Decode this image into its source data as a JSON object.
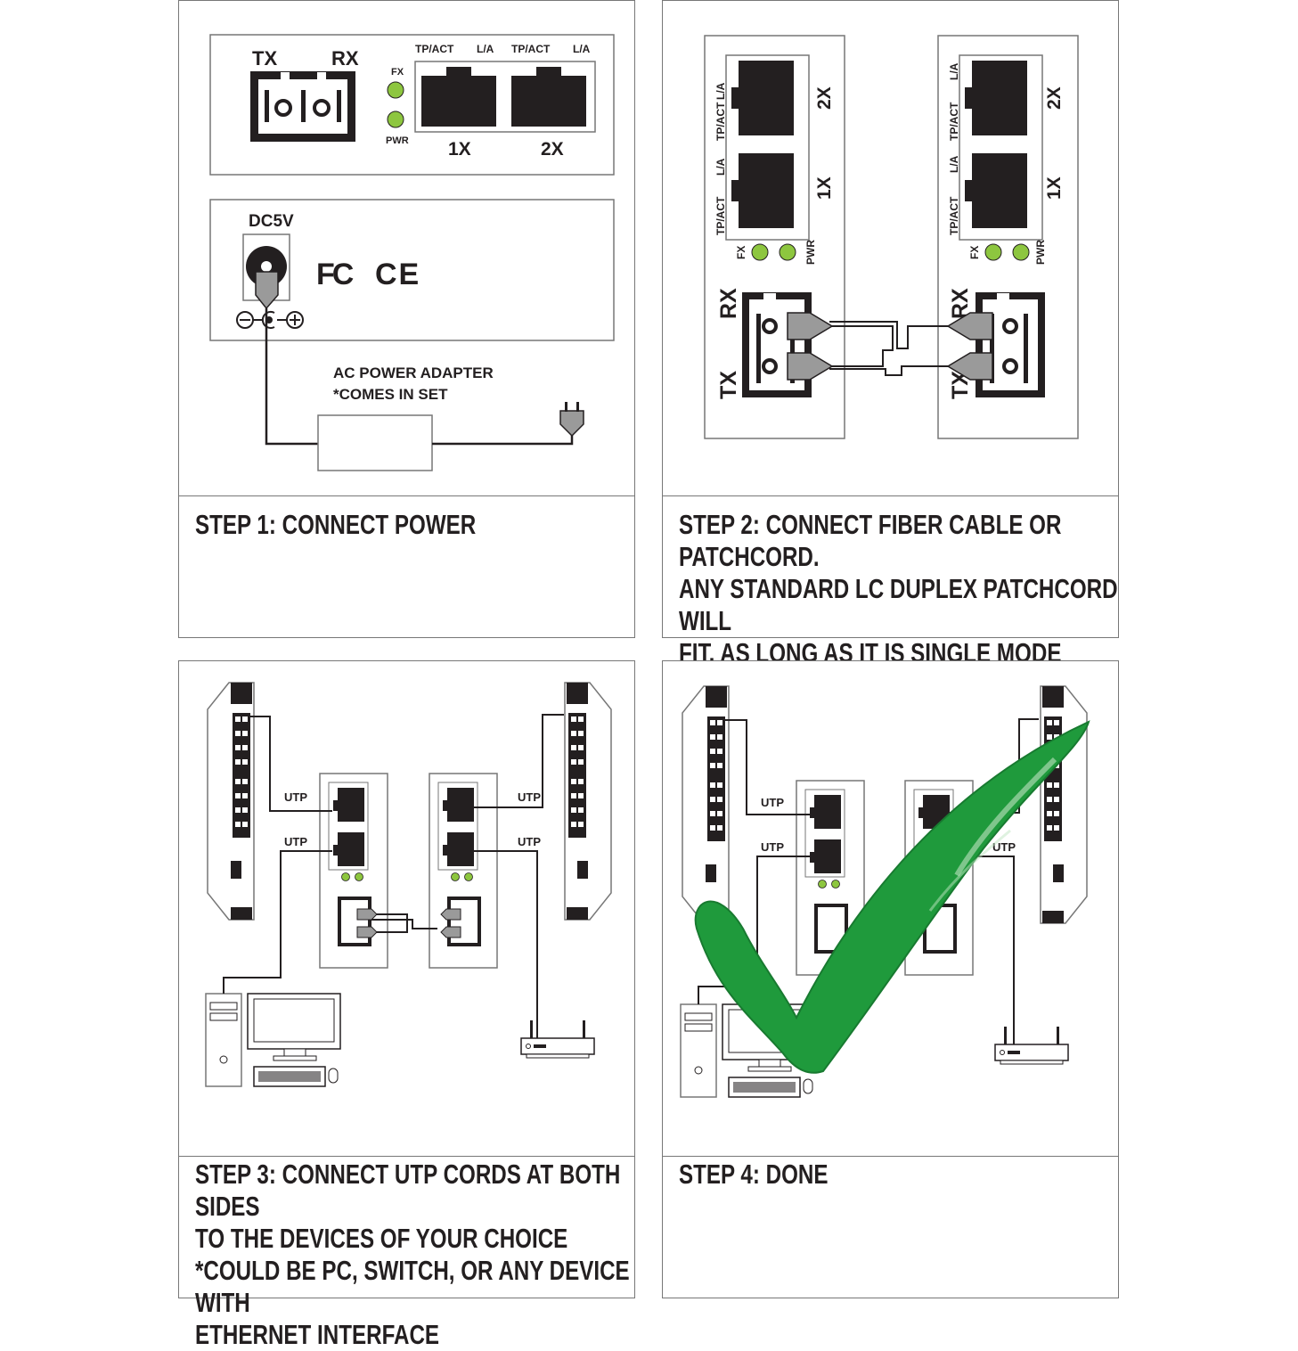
{
  "step1": {
    "caption": "STEP 1: CONNECT POWER",
    "tx_label": "TX",
    "rx_label": "RX",
    "fx_label": "FX",
    "pwr_label": "PWR",
    "tpact_label": "TP/ACT",
    "la_label": "L/A",
    "port1_label": "1X",
    "port2_label": "2X",
    "dc_label": "DC5V",
    "fc_mark": "FC",
    "ce_mark": "CE",
    "adapter_line1": "AC POWER ADAPTER",
    "adapter_line2": "*COMES IN SET"
  },
  "step2": {
    "caption": "STEP 2: CONNECT FIBER CABLE OR PATCHCORD.\nANY STANDARD LC DUPLEX PATCHCORD WILL\nFIT, AS LONG AS IT IS SINGLE MODE",
    "la_label": "L/A",
    "tpact_label": "TP/ACT",
    "port1_label": "1X",
    "port2_label": "2X",
    "fx_label": "FX",
    "pwr_label": "PWR",
    "rx_label": "RX",
    "tx_label": "TX"
  },
  "step3": {
    "caption": "STEP 3: CONNECT UTP CORDS AT BOTH SIDES\nTO THE DEVICES OF YOUR CHOICE\n*COULD BE PC, SWITCH, OR ANY DEVICE WITH\nETHERNET INTERFACE",
    "utp_label": "UTP"
  },
  "step4": {
    "caption": "STEP 4: DONE",
    "utp_label": "UTP"
  },
  "colors": {
    "led_green": "#8dc63f",
    "check_green": "#1f9a3c",
    "ink": "#231f20",
    "connector_gray": "#9a9a9a"
  }
}
